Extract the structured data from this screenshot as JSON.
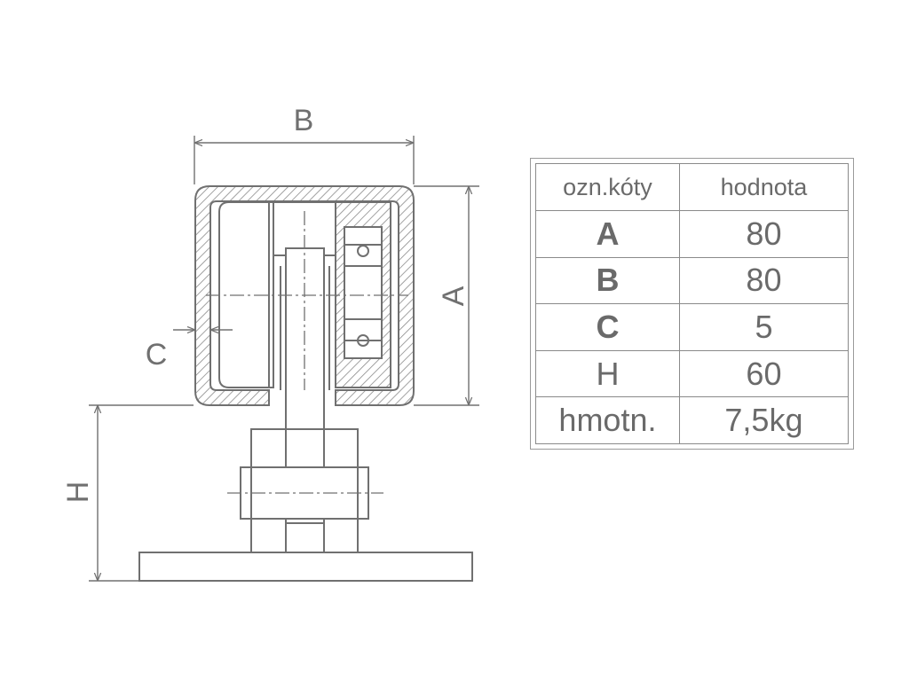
{
  "dimensions": {
    "a_label": "A",
    "b_label": "B",
    "c_label": "C",
    "h_label": "H"
  },
  "table": {
    "header": [
      "ozn.kóty",
      "hodnota"
    ],
    "rows": [
      {
        "key": "A",
        "value": "80",
        "bold": true
      },
      {
        "key": "B",
        "value": "80",
        "bold": true
      },
      {
        "key": "C",
        "value": "5",
        "bold": true
      },
      {
        "key": "H",
        "value": "60",
        "bold": false
      },
      {
        "key": "hmotn.",
        "value": "7,5kg",
        "bold": false
      }
    ]
  },
  "colors": {
    "line": "#707070",
    "hatch": "#8a8a8a"
  }
}
